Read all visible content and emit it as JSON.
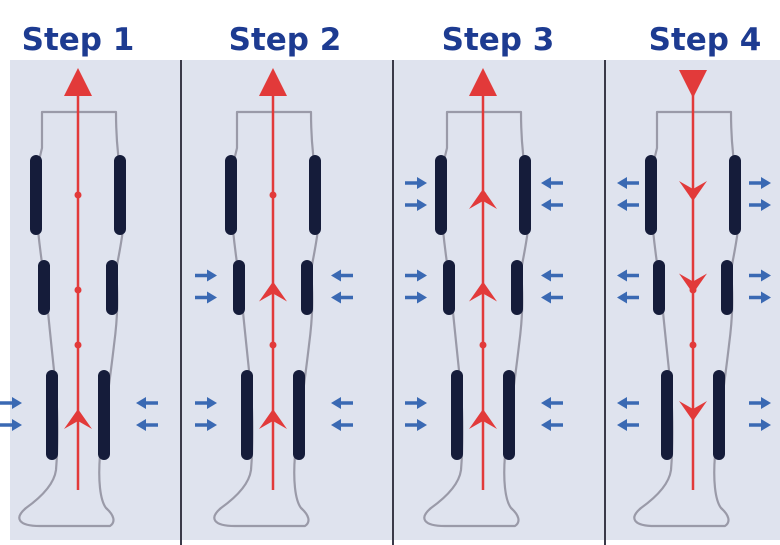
{
  "steps": [
    {
      "title": "Step 1",
      "cuff_pressure": [
        "off",
        "off",
        "on"
      ],
      "flow": "up"
    },
    {
      "title": "Step 2",
      "cuff_pressure": [
        "off",
        "on",
        "on"
      ],
      "flow": "up"
    },
    {
      "title": "Step 3",
      "cuff_pressure": [
        "on",
        "on",
        "on"
      ],
      "flow": "up"
    },
    {
      "title": "Step 4",
      "cuff_pressure": [
        "release",
        "release",
        "release"
      ],
      "flow": "down"
    }
  ],
  "colors": {
    "title": "#1d3b91",
    "flow_arrow": "#e23a3a",
    "pressure_arrow": "#3a69b3",
    "cuff": "#151c3a",
    "background": "#dfe3ee"
  }
}
